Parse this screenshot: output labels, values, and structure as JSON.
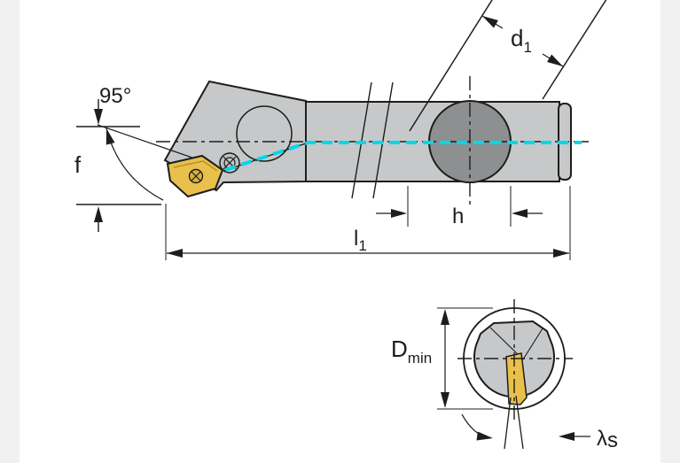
{
  "labels": {
    "angle": "95°",
    "f": "f",
    "d1": {
      "base": "d",
      "sub": "1"
    },
    "h": "h",
    "l1": {
      "base": "l",
      "sub": "1"
    },
    "dmin": {
      "base": "D",
      "sub": "min"
    },
    "lambda": {
      "base": "λ",
      "sub": "s"
    }
  },
  "colors": {
    "line": "#1d1d1b",
    "body_gray": "#c7c8ca",
    "bore_gray": "#8d8f91",
    "insert_gold": "#e9c04b",
    "feed_cyan": "#00d8ea",
    "background": "#ffffff"
  }
}
